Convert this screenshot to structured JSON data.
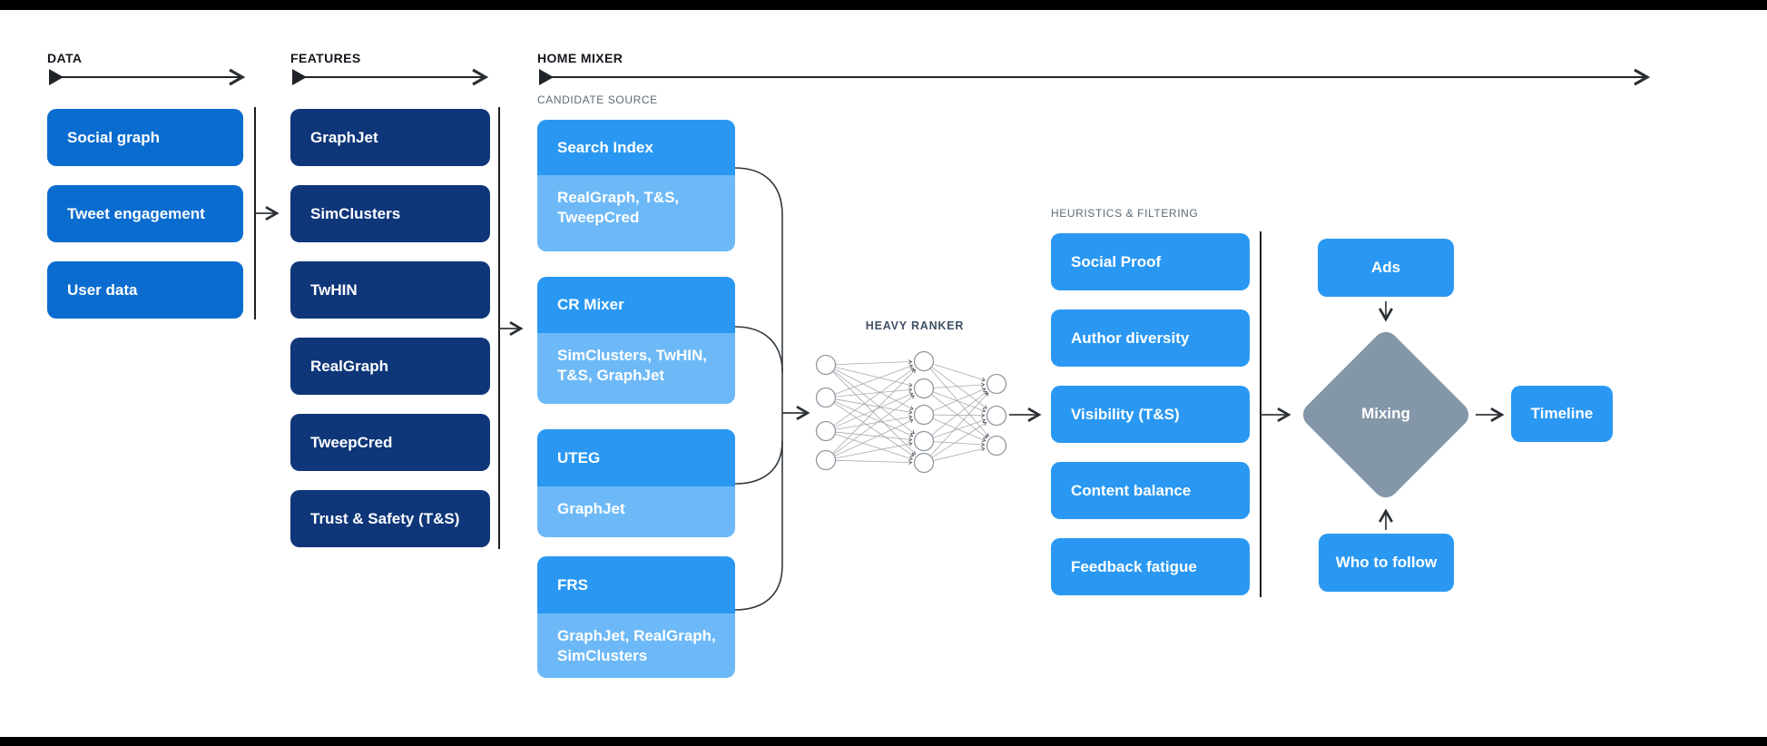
{
  "sections": {
    "data": {
      "label": "DATA",
      "items": [
        "Social graph",
        "Tweet engagement",
        "User data"
      ]
    },
    "features": {
      "label": "FEATURES",
      "items": [
        "GraphJet",
        "SimClusters",
        "TwHIN",
        "RealGraph",
        "TweepCred",
        "Trust & Safety (T&S)"
      ]
    },
    "home_mixer": {
      "label": "HOME MIXER"
    },
    "candidate_source": {
      "label": "CANDIDATE SOURCE",
      "items": [
        {
          "name": "Search Index",
          "sources": "RealGraph, T&S, TweepCred"
        },
        {
          "name": "CR Mixer",
          "sources": "SimClusters, TwHIN, T&S, GraphJet"
        },
        {
          "name": "UTEG",
          "sources": "GraphJet"
        },
        {
          "name": "FRS",
          "sources": "GraphJet, RealGraph, SimClusters"
        }
      ]
    },
    "heavy_ranker": {
      "label": "HEAVY RANKER"
    },
    "heuristics": {
      "label": "HEURISTICS & FILTERING",
      "items": [
        "Social Proof",
        "Author diversity",
        "Visibility (T&S)",
        "Content balance",
        "Feedback fatigue"
      ]
    },
    "flow": {
      "ads": "Ads",
      "mixing": "Mixing",
      "who_to_follow": "Who to follow",
      "timeline": "Timeline"
    }
  },
  "colors": {
    "data_box": "#0b6ccf",
    "features_box": "#0e3679",
    "primary_box": "#2a98f2",
    "sub_box": "#6db9f7",
    "diamond": "#8497a9",
    "arrow": "#2b2f33",
    "section_label": "#14171c",
    "gray_label": "#5c6a76",
    "ranker_label": "#3f5066"
  }
}
